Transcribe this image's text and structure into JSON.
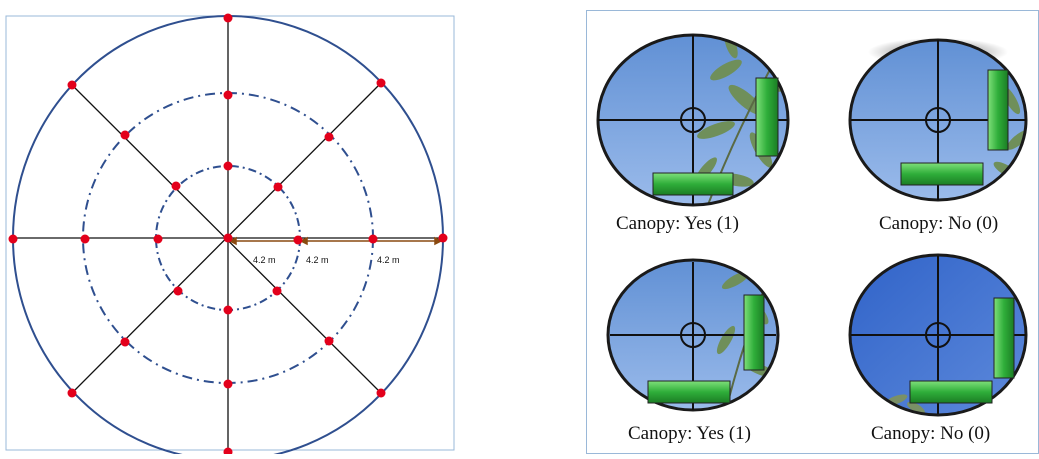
{
  "plot_layout": {
    "distance_labels": [
      "4.2 m",
      "4.2 m",
      "4.2 m"
    ],
    "colors": {
      "circle": "#2f4f8f",
      "point": "#e3001b",
      "arrow": "#8a4a10",
      "frame": "#9ab8d8"
    }
  },
  "canopy_views": [
    {
      "caption": "Canopy: Yes (1)",
      "leaves": "many"
    },
    {
      "caption": "Canopy: No (0)",
      "leaves": "edge"
    },
    {
      "caption": "Canopy: Yes (1)",
      "leaves": "overhead"
    },
    {
      "caption": "Canopy: No (0)",
      "leaves": "none"
    }
  ]
}
